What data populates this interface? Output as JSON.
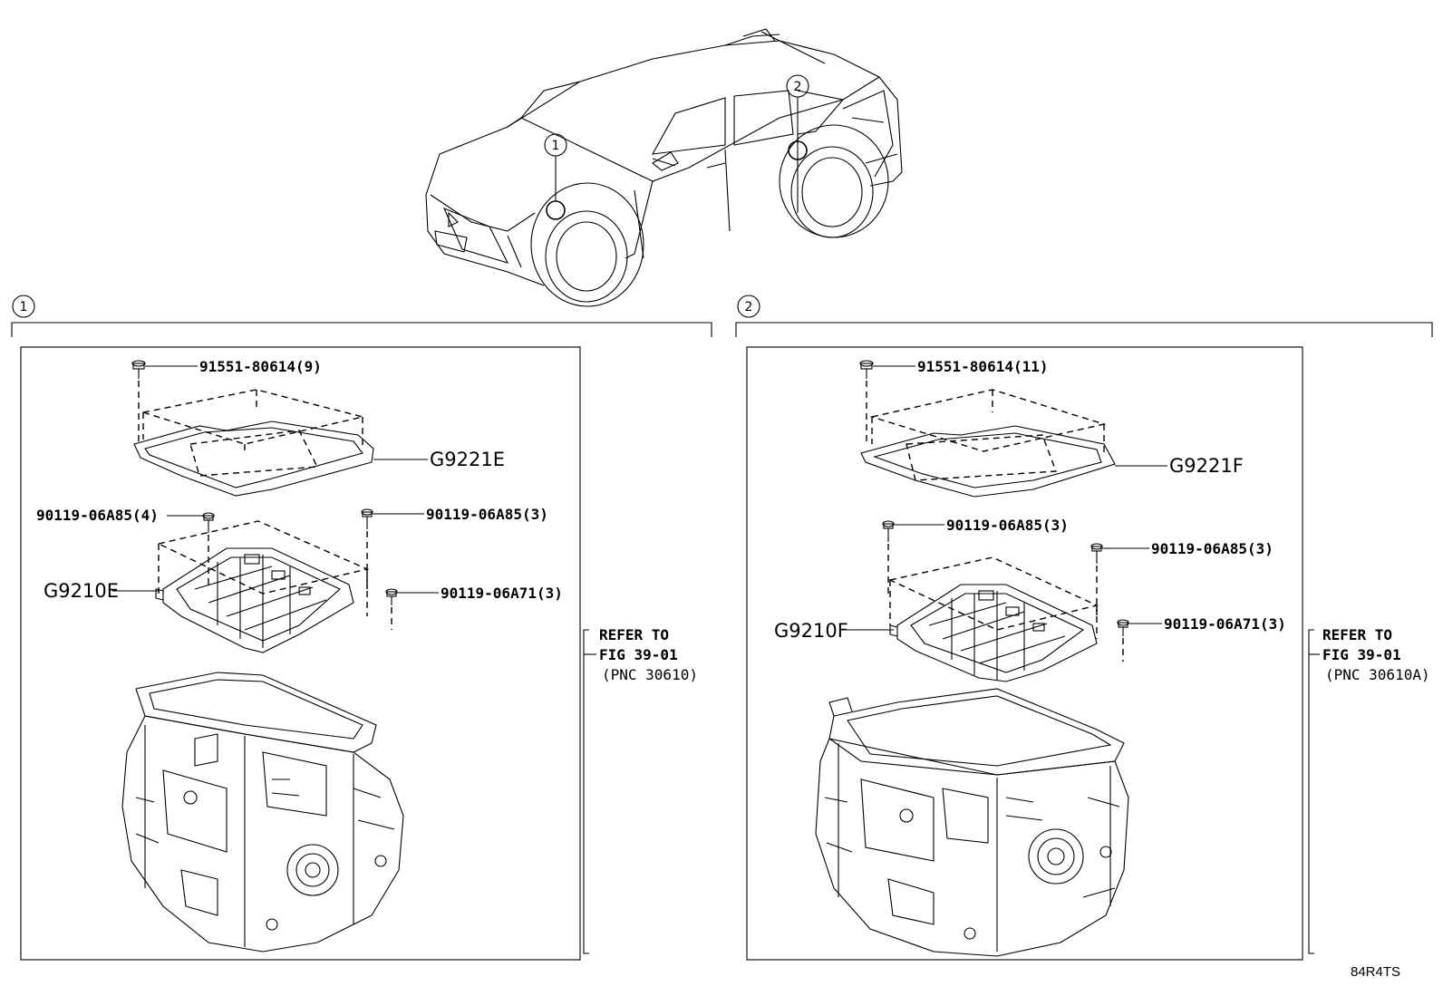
{
  "vehicle_callouts": {
    "c1": "1",
    "c2": "2"
  },
  "section1": {
    "marker": "1",
    "bolt_top": "91551-80614(9)",
    "pan": "G9221E",
    "bolt_left": "90119-06A85(4)",
    "bolt_right": "90119-06A85(3)",
    "valve_body": "G9210E",
    "bolt_small": "90119-06A71(3)",
    "refer_line1": "REFER TO",
    "refer_line2": "FIG 39-01",
    "refer_line3": "(PNC 30610)"
  },
  "section2": {
    "marker": "2",
    "bolt_top": "91551-80614(11)",
    "pan": "G9221F",
    "bolt_left": "90119-06A85(3)",
    "bolt_right": "90119-06A85(3)",
    "valve_body": "G9210F",
    "bolt_small": "90119-06A71(3)",
    "refer_line1": "REFER TO",
    "refer_line2": "FIG 39-01",
    "refer_line3": "(PNC 30610A)"
  },
  "figure_code": "84R4TS"
}
